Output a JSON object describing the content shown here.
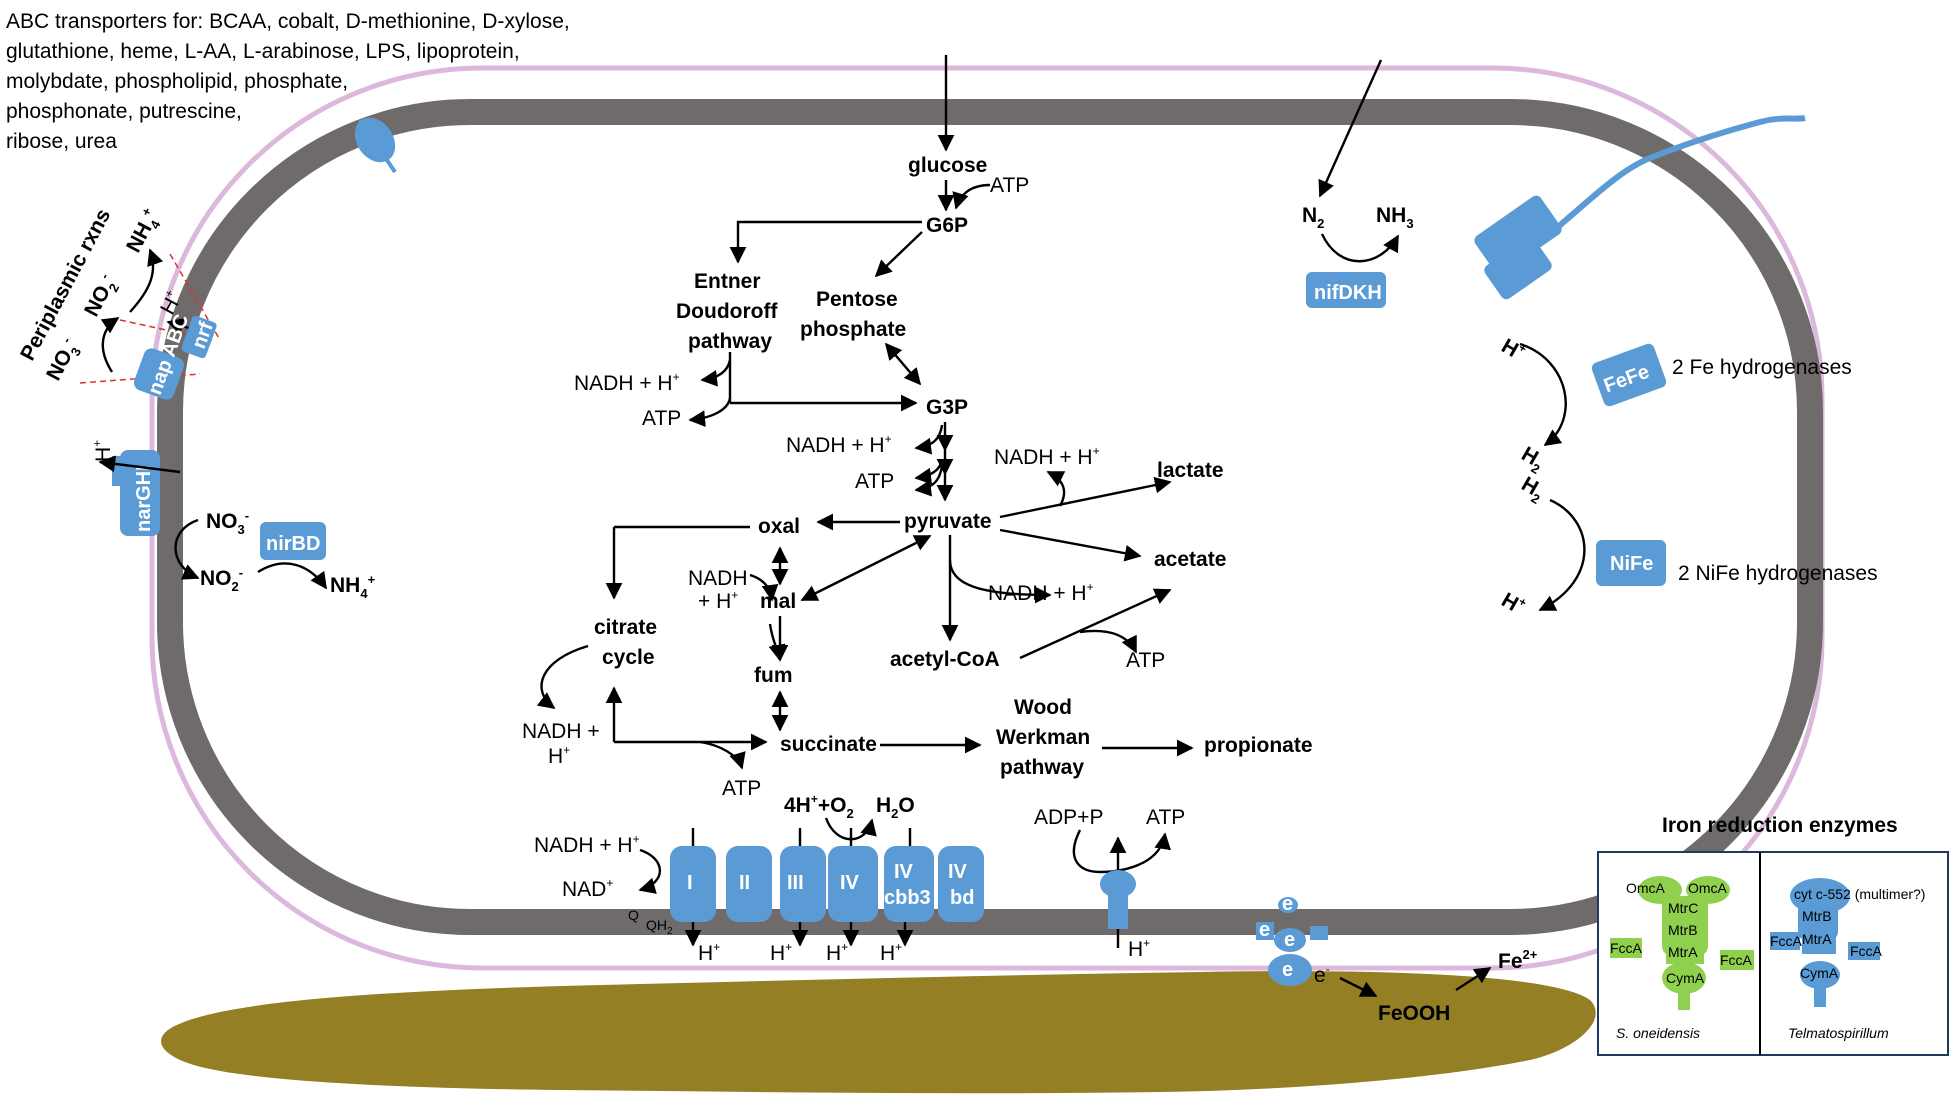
{
  "abc_transporters": {
    "line1": "ABC transporters for: BCAA, cobalt, D-methionine, D-xylose,",
    "line2": "glutathione, heme, L-AA, L-arabinose, LPS, lipoprotein,",
    "line3": "molybdate, phospholipid, phosphate,",
    "line4": "phosphonate, putrescine,",
    "line5": "ribose, urea"
  },
  "periplasm": {
    "title": "Periplasmic rxns",
    "no3": "NO",
    "no2": "NO",
    "nh4": "NH",
    "hplus": "H",
    "nrf": "nrf",
    "nap": "nap ABC",
    "narghi": "narGHI",
    "narghi_h": "H"
  },
  "cytoplasm_n": {
    "no3": "NO",
    "no2": "NO",
    "nh4": "NH",
    "nirbd": "nirBD"
  },
  "nitrogen_fixation": {
    "n2": "N",
    "nh3": "NH",
    "enzyme": "nifDKH"
  },
  "hydrogenases": {
    "fefe": "FeFe",
    "fefe_label": "2 Fe hydrogenases",
    "nife": "NiFe",
    "nife_label": "2 NiFe hydrogenases",
    "h1": "H",
    "h2_a": "H",
    "h2_b": "H",
    "h3": "H"
  },
  "metabolism": {
    "glucose": "glucose",
    "atp_1": "ATP",
    "g6p": "G6P",
    "entner1": "Entner",
    "entner2": "Doudoroff",
    "entner3": "pathway",
    "pentose1": "Pentose",
    "pentose2": "phosphate",
    "nadh_1": "NADH + H",
    "atp_2": "ATP",
    "g3p": "G3P",
    "nadh_2": "NADH + H",
    "atp_3": "ATP",
    "nadh_3": "NADH + H",
    "lactate": "lactate",
    "pyruvate": "pyruvate",
    "oxal": "oxal",
    "acetate": "acetate",
    "nadh_4a": "NADH",
    "nadh_4b": "+ H",
    "mal": "mal",
    "nadh_5": "NADH + H",
    "citrate1": "citrate",
    "citrate2": "cycle",
    "fum": "fum",
    "acetylcoa": "acetyl-CoA",
    "atp_4": "ATP",
    "nadh_6a": "NADH +",
    "nadh_6b": "H",
    "succinate": "succinate",
    "wood1": "Wood",
    "wood2": "Werkman",
    "wood3": "pathway",
    "propionate": "propionate",
    "atp_5": "ATP"
  },
  "etc": {
    "nadh": "NADH + H",
    "nad": "NAD",
    "q": "Q",
    "qh2": "QH",
    "o2_reaction": "4H",
    "h2o": "H",
    "complex_i": "I",
    "complex_ii": "II",
    "complex_iii": "III",
    "complex_iv": "IV",
    "complex_iv_cbb3_a": "IV",
    "complex_iv_cbb3_b": "cbb3",
    "complex_iv_bd_a": "IV",
    "complex_iv_bd_b": "bd",
    "hplus": "H",
    "adp": "ADP+P",
    "atp": "ATP",
    "atpase_h": "H"
  },
  "iron": {
    "e": "e",
    "feooh": "FeOOH",
    "fe2": "Fe",
    "title": "Iron reduction enzymes",
    "s_oneidensis": "S. oneidensis",
    "telmatospirillum": "Telmatospirillum",
    "omca1": "OmcA",
    "omca2": "OmcA",
    "mtrc": "MtrC",
    "mtrb_s": "MtrB",
    "mtra_s": "MtrA",
    "fcca_s1": "FccA",
    "fcca_s2": "FccA",
    "cyma_s": "CymA",
    "cytc": "cyt c-552 (multimer?)",
    "mtrb_t": "MtrB",
    "mtra_t": "MtrA",
    "fcca_t1": "FccA",
    "fcca_t2": "FccA",
    "cyma_t": "CymA"
  },
  "colors": {
    "membrane_inner": "#706b6b",
    "membrane_outer": "#dcb9dc",
    "protein": "#5b9bd5",
    "green_protein": "#8fd14f",
    "mineral": "#947f24"
  }
}
